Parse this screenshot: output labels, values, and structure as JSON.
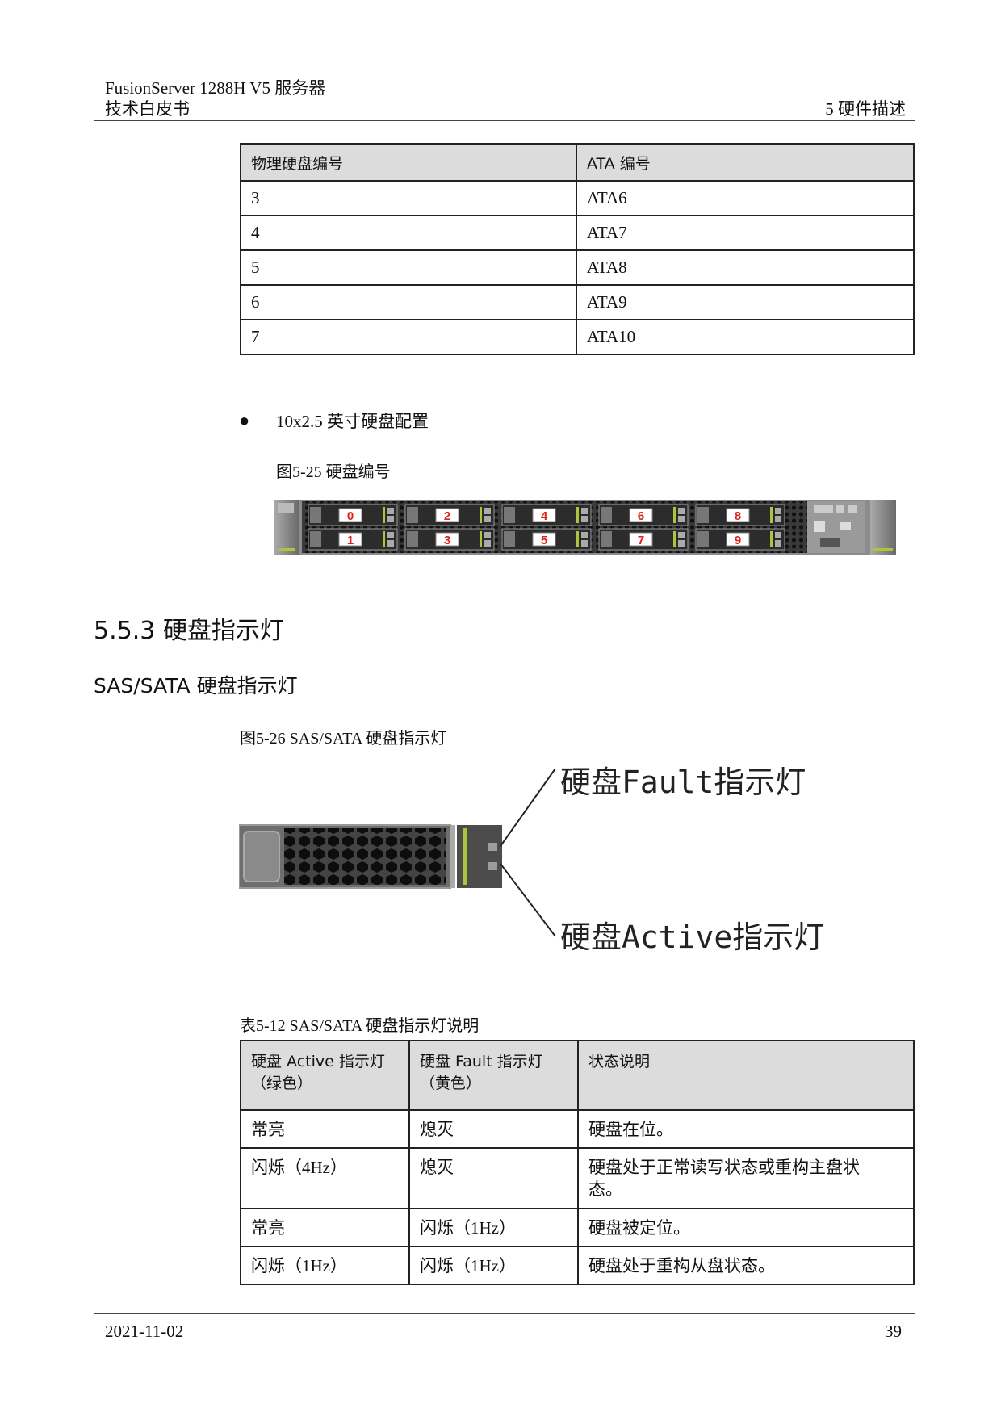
{
  "header": {
    "product": "FusionServer 1288H V5  服务器",
    "doc_type": "技术白皮书",
    "chapter": "5  硬件描述"
  },
  "ata_table": {
    "headers": [
      "物理硬盘编号",
      "ATA 编号"
    ],
    "rows": [
      [
        "3",
        "ATA6"
      ],
      [
        "4",
        "ATA7"
      ],
      [
        "5",
        "ATA8"
      ],
      [
        "6",
        "ATA9"
      ],
      [
        "7",
        "ATA10"
      ]
    ]
  },
  "bullet_item": "10x2.5 英寸硬盘配置",
  "figure_25": {
    "caption": "图5-25 硬盘编号",
    "slot_labels_top": [
      "0",
      "2",
      "4",
      "6",
      "8"
    ],
    "slot_labels_bottom": [
      "1",
      "3",
      "5",
      "7",
      "9"
    ]
  },
  "section_heading": "5.5.3 硬盘指示灯",
  "subsection_heading": "SAS/SATA 硬盘指示灯",
  "figure_26": {
    "caption": "图5-26 SAS/SATA 硬盘指示灯",
    "fault_label": "硬盘Fault指示灯",
    "active_label": "硬盘Active指示灯"
  },
  "table_12": {
    "caption": "表5-12 SAS/SATA 硬盘指示灯说明",
    "headers": [
      [
        "硬盘 Active 指示灯",
        "（绿色）"
      ],
      [
        "硬盘 Fault 指示灯",
        "（黄色）"
      ],
      [
        "状态说明"
      ]
    ],
    "rows": [
      [
        "常亮",
        "熄灭",
        "硬盘在位。"
      ],
      [
        "闪烁（4Hz）",
        "熄灭",
        "硬盘处于正常读写状态或重构主盘状态。"
      ],
      [
        "常亮",
        "闪烁（1Hz）",
        "硬盘被定位。"
      ],
      [
        "闪烁（1Hz）",
        "闪烁（1Hz）",
        "硬盘处于重构从盘状态。"
      ]
    ]
  },
  "footer": {
    "date": "2021-11-02",
    "page": "39"
  },
  "colors": {
    "table_header_bg": "#dcdcdc",
    "slot_label_red": "#e0201a",
    "led_green": "#a8c83a"
  }
}
